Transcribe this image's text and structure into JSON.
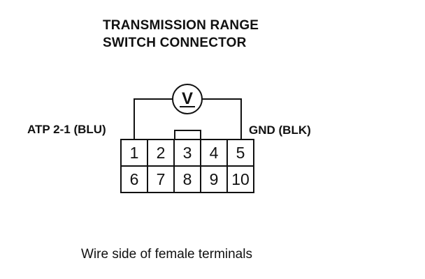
{
  "title": {
    "line1": "TRANSMISSION RANGE",
    "line2": "SWITCH CONNECTOR"
  },
  "meter": {
    "glyph": "V",
    "icon": "voltmeter-icon"
  },
  "labels": {
    "left_wire": "ATP 2-1 (BLU)",
    "right_wire": "GND (BLK)"
  },
  "connector": {
    "row1": [
      "1",
      "2",
      "3",
      "4",
      "5"
    ],
    "row2": [
      "6",
      "7",
      "8",
      "9",
      "10"
    ]
  },
  "caption": "Wire side of female terminals",
  "colors": {
    "ink": "#111111",
    "background": "#ffffff"
  }
}
